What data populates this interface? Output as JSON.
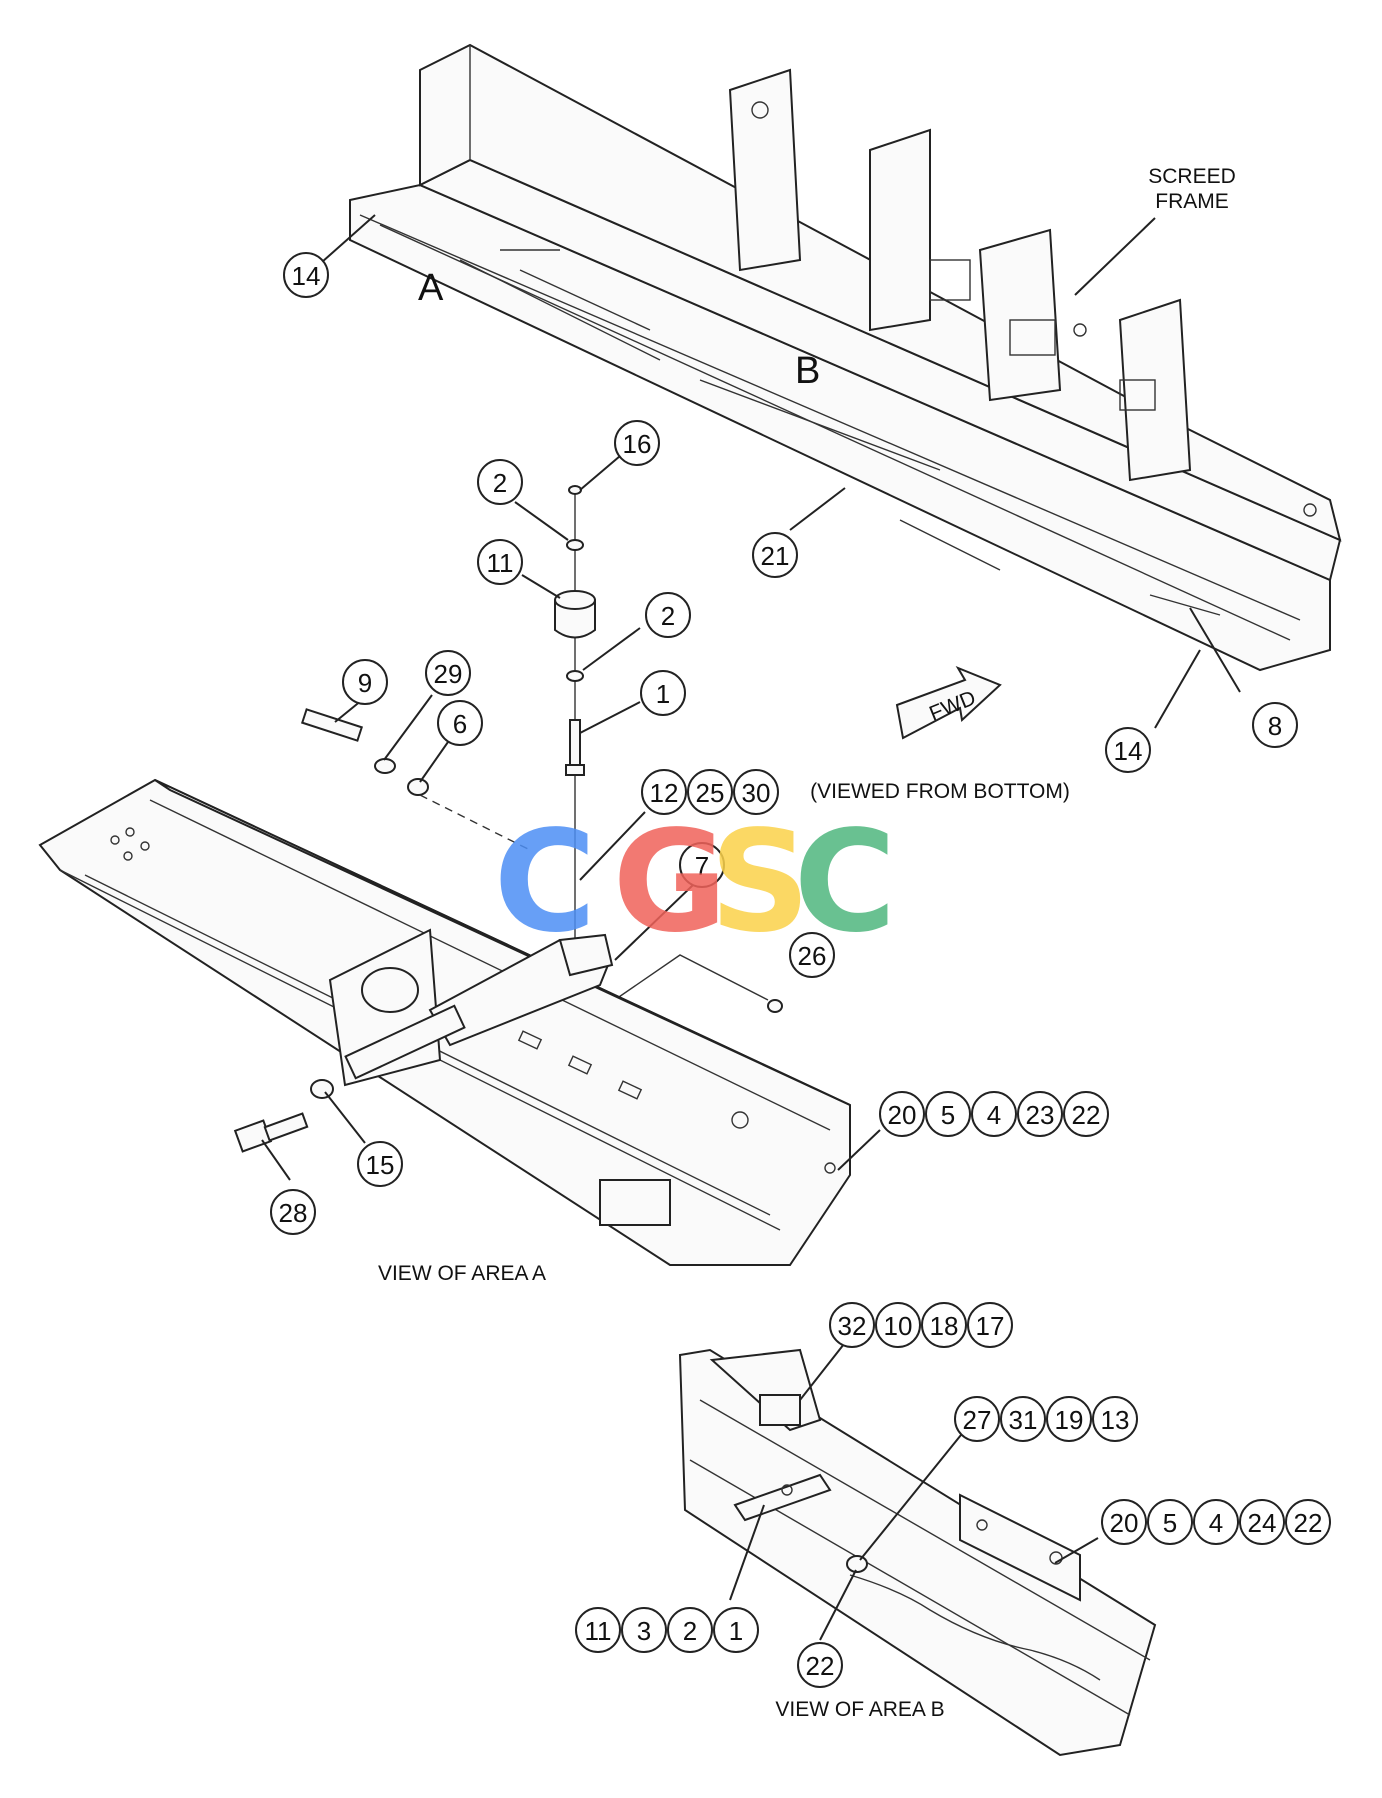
{
  "labels": {
    "screed_frame_line1": "SCREED",
    "screed_frame_line2": "FRAME",
    "area_a": "A",
    "area_b": "B",
    "fwd": "FWD",
    "viewed_from_bottom": "(VIEWED FROM BOTTOM)",
    "view_area_a": "VIEW OF AREA A",
    "view_area_b": "VIEW OF AREA B"
  },
  "watermark": {
    "letters": [
      "C",
      "G",
      "S",
      "C"
    ],
    "colors": [
      "#4d8ff5",
      "#f0625a",
      "#fbd24a",
      "#4fb77e"
    ]
  },
  "callouts": {
    "c14a": "14",
    "c21": "21",
    "c8": "8",
    "c14b": "14",
    "c16": "16",
    "c2a": "2",
    "c11": "11",
    "c2b": "2",
    "c1": "1",
    "c9": "9",
    "c29": "29",
    "c6": "6",
    "c12": "12",
    "c25": "25",
    "c30": "30",
    "c7": "7",
    "c26": "26",
    "c20a": "20",
    "c5a": "5",
    "c4a": "4",
    "c23": "23",
    "c22a": "22",
    "c15": "15",
    "c28": "28",
    "c32": "32",
    "c10": "10",
    "c18": "18",
    "c17": "17",
    "c27": "27",
    "c31": "31",
    "c19": "19",
    "c13": "13",
    "c20b": "20",
    "c5b": "5",
    "c4b": "4",
    "c24": "24",
    "c22b": "22",
    "c11b": "11",
    "c3": "3",
    "c2c": "2",
    "c1b": "1",
    "c22c": "22"
  },
  "colors": {
    "ink": "#222222",
    "paper": "#ffffff"
  }
}
